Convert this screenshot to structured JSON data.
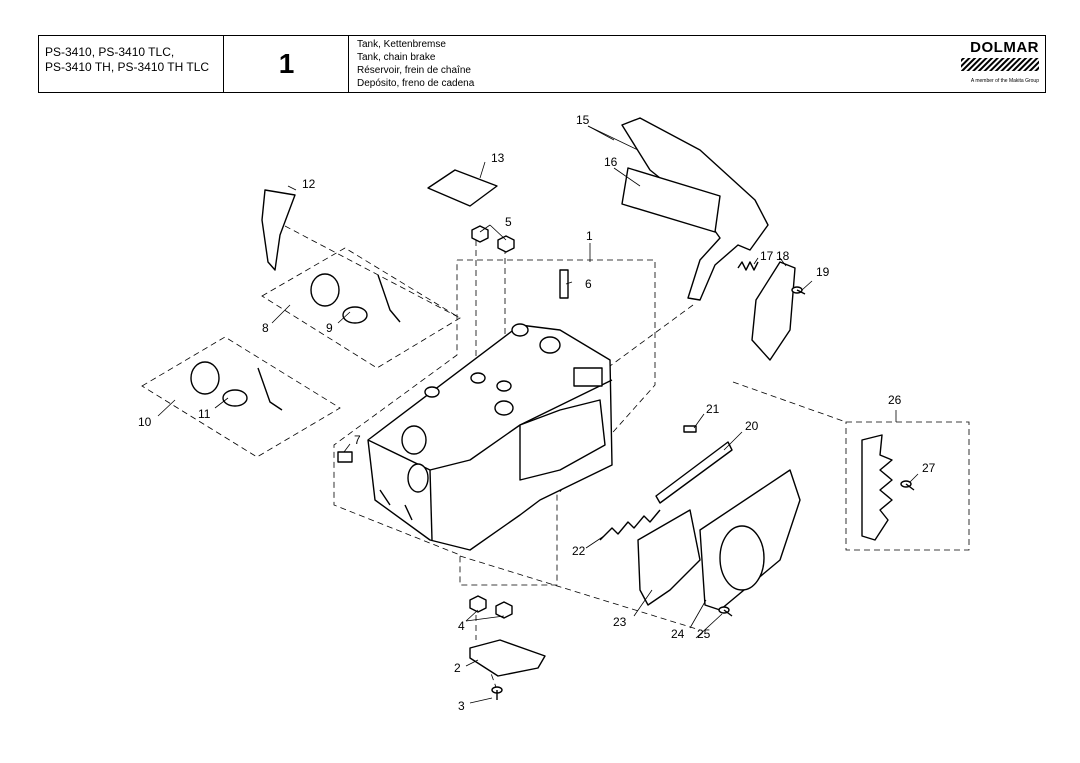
{
  "header": {
    "models": [
      "PS-3410, PS-3410 TLC,",
      "PS-3410 TH, PS-3410 TH TLC"
    ],
    "page_number": "1",
    "titles": [
      "Tank, Kettenbremse",
      "Tank, chain brake",
      "Réservoir, frein de chaîne",
      "Depósito, freno de cadena"
    ],
    "brand": "DOLMAR",
    "brand_tagline": "A member of the Makita Group"
  },
  "callouts": [
    "1",
    "2",
    "3",
    "4",
    "5",
    "6",
    "7",
    "8",
    "9",
    "10",
    "11",
    "12",
    "13",
    "15",
    "16",
    "17",
    "18",
    "19",
    "20",
    "21",
    "22",
    "23",
    "24",
    "25",
    "26",
    "27"
  ]
}
